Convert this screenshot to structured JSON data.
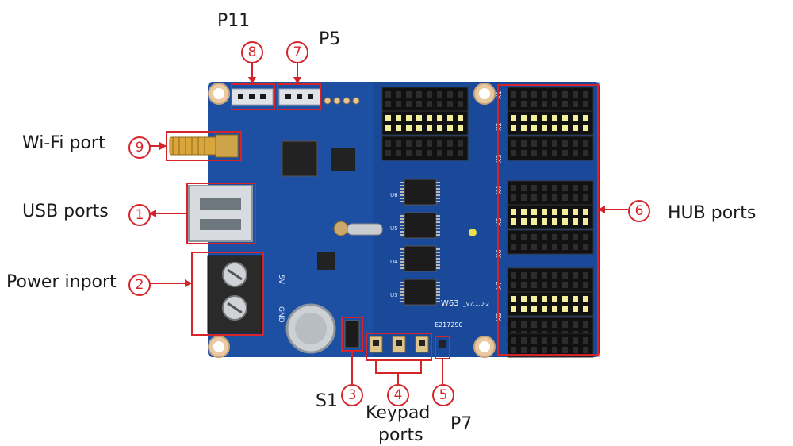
{
  "board": {
    "model": "W63",
    "version": "_V7.1.0-2",
    "serial": "E217290",
    "silk_gnd": "GND",
    "silk_5v": "5V",
    "chip_labels": [
      "U6",
      "U5",
      "U4",
      "U3"
    ],
    "hub_labels": [
      "X1",
      "X2",
      "X3",
      "X4",
      "X5",
      "X6",
      "X7",
      "X8"
    ],
    "colors": {
      "pcb": "#1d4fa3",
      "pcb_dark": "#173f86",
      "highlight": "#d6252a",
      "pin": "#1a1a1a",
      "header_yellow": "#f2ee9a"
    }
  },
  "callouts": [
    {
      "num": "1",
      "label": "USB ports"
    },
    {
      "num": "2",
      "label": "Power inport"
    },
    {
      "num": "3",
      "label": "S1"
    },
    {
      "num": "4",
      "label": "Keypad ports",
      "label_line1": "Keypad",
      "label_line2": "ports"
    },
    {
      "num": "5",
      "label": "P7"
    },
    {
      "num": "6",
      "label": "HUB ports"
    },
    {
      "num": "7",
      "label": "P5"
    },
    {
      "num": "8",
      "label": "P11"
    },
    {
      "num": "9",
      "label": "Wi-Fi port"
    }
  ]
}
